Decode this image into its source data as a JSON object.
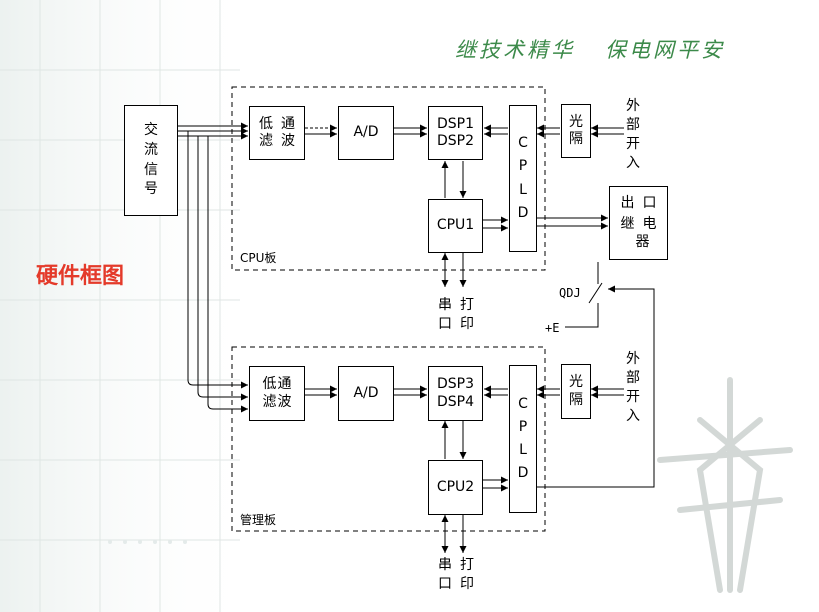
{
  "slogan": {
    "left": "继技术精华",
    "right": "保电网平安"
  },
  "diagram_title": "硬件框图",
  "cpu_board": {
    "label": "CPU板",
    "lowpass": [
      "低",
      "通",
      "滤",
      "波"
    ],
    "ad": "A/D",
    "dsp": [
      "DSP1",
      "DSP2"
    ],
    "cpu": "CPU1",
    "cpld": [
      "C",
      "P",
      "L",
      "D"
    ],
    "opto": [
      "光",
      "隔"
    ],
    "ext_input": [
      "外",
      "部",
      "开",
      "入"
    ],
    "serial": [
      "串",
      "打",
      "口",
      "印"
    ]
  },
  "mgmt_board": {
    "label": "管理板",
    "lowpass": [
      "低",
      "通",
      "滤",
      "波"
    ],
    "ad": "A/D",
    "dsp": [
      "DSP3",
      "DSP4"
    ],
    "cpu": "CPU2",
    "cpld": [
      "C",
      "P",
      "L",
      "D"
    ],
    "opto": [
      "光",
      "隔"
    ],
    "ext_input": [
      "外",
      "部",
      "开",
      "入"
    ],
    "serial": [
      "串",
      "打",
      "口",
      "印"
    ]
  },
  "ac_signal": [
    "交",
    "流",
    "信",
    "号"
  ],
  "output_relay": [
    "出",
    "口",
    "继",
    "电",
    "器"
  ],
  "qdj": "QDJ",
  "plus_e": "+E"
}
